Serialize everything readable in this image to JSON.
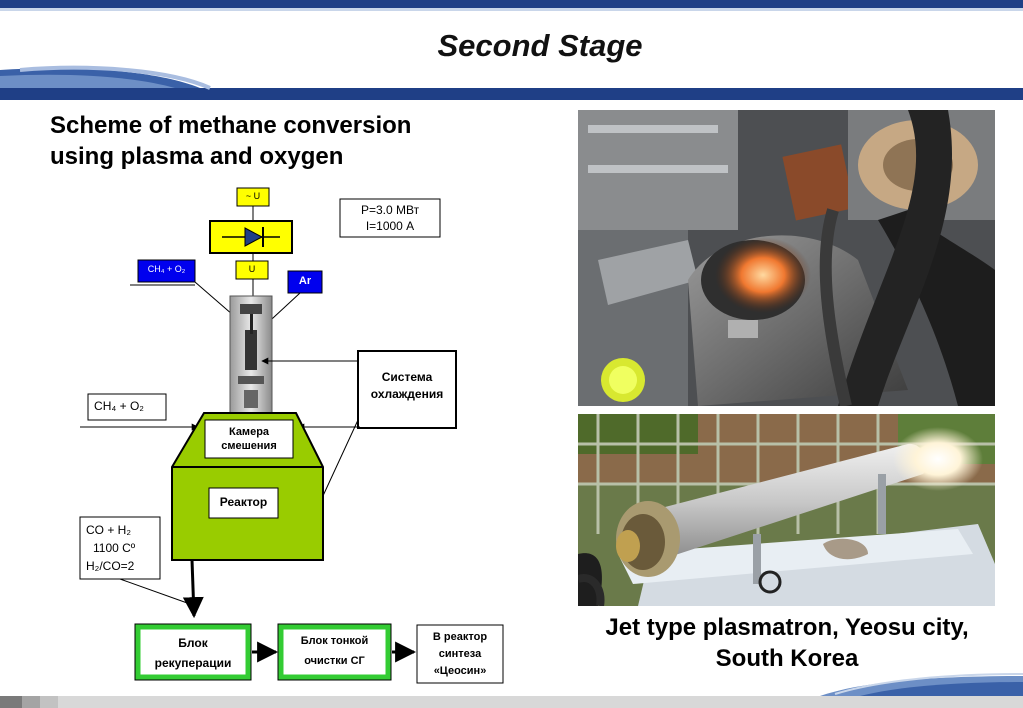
{
  "slide": {
    "title": "Second Stage"
  },
  "scheme": {
    "heading_line1": "Scheme of methane conversion",
    "heading_line2": "using plasma and oxygen",
    "power_label": "~ U",
    "dc_label": "U",
    "params_line1": "P=3.0 МВт",
    "params_line2": "I=1000 А",
    "inlet_top": "CH₄ + O₂",
    "argon": "Ar",
    "inlet_side": "CH₄ + O₂",
    "cooling_line1": "Система",
    "cooling_line2": "охлаждения",
    "mixing_line1": "Камера",
    "mixing_line2": "смешения",
    "reactor": "Реактор",
    "product_line1": "CO + H₂",
    "product_line2": "1100 Cº",
    "product_line3": "H₂/CO=2",
    "recovery_line1": "Блок",
    "recovery_line2": "рекуперации",
    "cleaning_line1": "Блок тонкой",
    "cleaning_line2": "очистки СГ",
    "synthesis_line1": "В реактор",
    "synthesis_line2": "синтеза",
    "synthesis_line3": "«Цеосин»"
  },
  "caption": {
    "line1": "Jet type plasmatron, Yeosu city,",
    "line2": "South Korea"
  },
  "colors": {
    "brand_blue": "#1f3f86",
    "reactor_green": "#99cc00",
    "box_green": "#33cc33",
    "rectifier_yellow": "#ffff00",
    "inlet_blue": "#0000ee"
  }
}
